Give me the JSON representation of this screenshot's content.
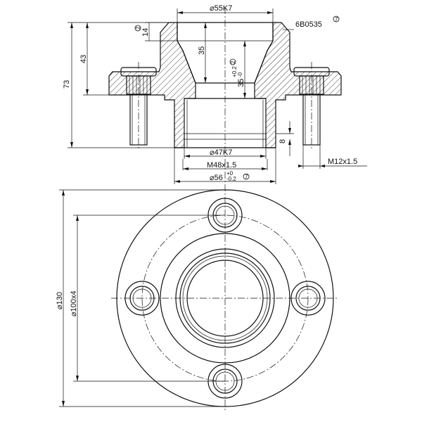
{
  "labels": {
    "dia_55": "⌀55K7",
    "part_no": "6B0535",
    "part_no_mark": "7",
    "dim_14": "14",
    "dim_14_mark": "2",
    "dim_43": "43",
    "dim_73": "73",
    "dim_35": "35",
    "dim_35_tol": "35",
    "dim_35_tol_up": "+0.2",
    "dim_35_tol_lo": "-0",
    "dim_35_mark": "2",
    "dim_8": "8",
    "dia_47": "⌀47K7",
    "thread_m48": "M48x1.5",
    "dia_56": "⌀56",
    "dia_56_tol_up": "+0",
    "dia_56_tol_lo": "-0.2",
    "dia_56_mark": "7",
    "thread_m12": "M12x1.5",
    "dia_130": "⌀130",
    "dia_100": "⌀100x4"
  }
}
